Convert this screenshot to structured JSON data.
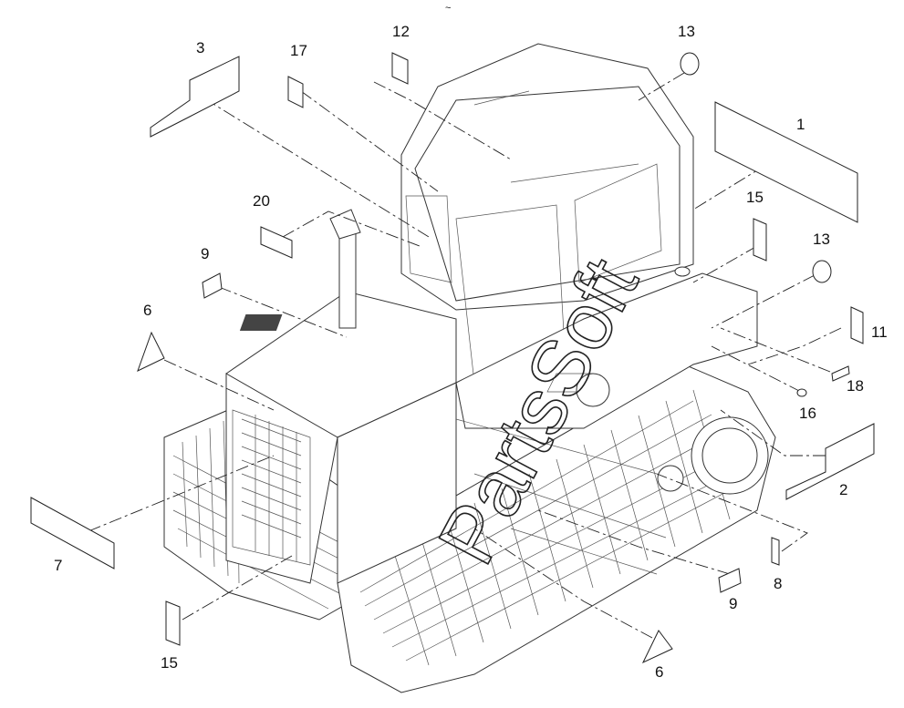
{
  "header_mark": "~",
  "watermark": "PartsSoft",
  "callouts": [
    "1",
    "2",
    "3",
    "6",
    "6",
    "7",
    "8",
    "9",
    "9",
    "11",
    "12",
    "13",
    "13",
    "15",
    "15",
    "16",
    "17",
    "18",
    "20"
  ]
}
